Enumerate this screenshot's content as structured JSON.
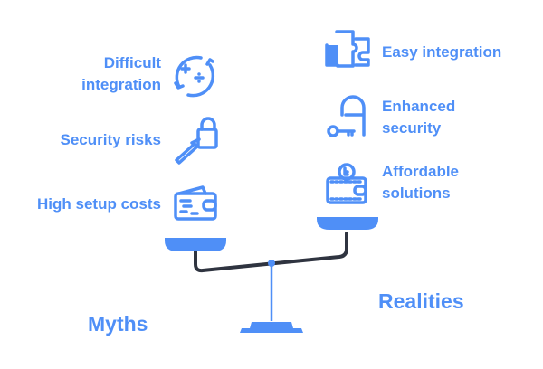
{
  "myths": {
    "title": "Myths",
    "items": [
      {
        "label_line1": "Difficult",
        "label_line2": "integration",
        "icon": "rotate-math-icon"
      },
      {
        "label": "Security risks",
        "icon": "lockpick-icon"
      },
      {
        "label": "High setup costs",
        "icon": "wallet-icon"
      }
    ]
  },
  "realities": {
    "title": "Realities",
    "items": [
      {
        "label": "Easy integration",
        "icon": "puzzle-icon"
      },
      {
        "label_line1": "Enhanced",
        "label_line2": "security",
        "icon": "lock-key-icon"
      },
      {
        "label_line1": "Affordable",
        "label_line2": "solutions",
        "icon": "wallet-lock-icon"
      }
    ]
  },
  "colors": {
    "accent": "#4f8ff7",
    "beam": "#2f3440"
  }
}
